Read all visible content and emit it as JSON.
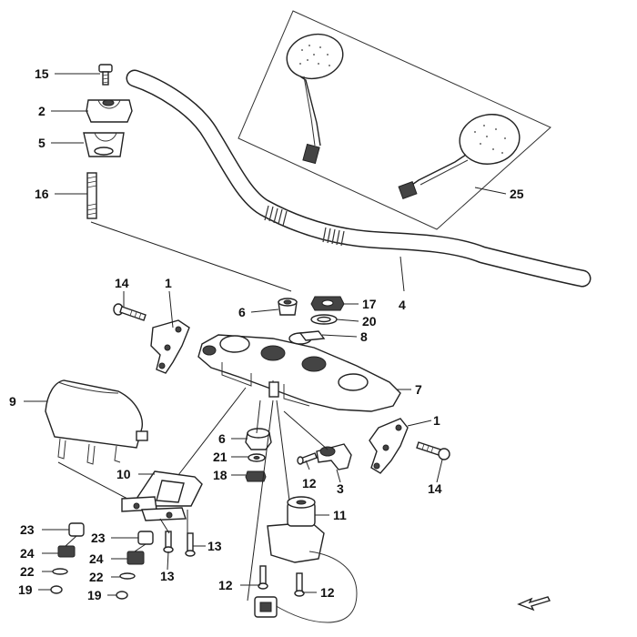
{
  "colors": {
    "line": "#222222",
    "background": "#ffffff"
  },
  "callouts": [
    {
      "key": "c15",
      "text": "15"
    },
    {
      "key": "c2",
      "text": "2"
    },
    {
      "key": "c5",
      "text": "5"
    },
    {
      "key": "c16",
      "text": "16"
    },
    {
      "key": "c25",
      "text": "25"
    },
    {
      "key": "c4",
      "text": "4"
    },
    {
      "key": "c14a",
      "text": "14"
    },
    {
      "key": "c1a",
      "text": "1"
    },
    {
      "key": "c6a",
      "text": "6"
    },
    {
      "key": "c17",
      "text": "17"
    },
    {
      "key": "c20",
      "text": "20"
    },
    {
      "key": "c8",
      "text": "8"
    },
    {
      "key": "c9",
      "text": "9"
    },
    {
      "key": "c7",
      "text": "7"
    },
    {
      "key": "c1b",
      "text": "1"
    },
    {
      "key": "c6b",
      "text": "6"
    },
    {
      "key": "c21",
      "text": "21"
    },
    {
      "key": "c18",
      "text": "18"
    },
    {
      "key": "c12a",
      "text": "12"
    },
    {
      "key": "c3",
      "text": "3"
    },
    {
      "key": "c14b",
      "text": "14"
    },
    {
      "key": "c10",
      "text": "10"
    },
    {
      "key": "c11",
      "text": "11"
    },
    {
      "key": "c23a",
      "text": "23"
    },
    {
      "key": "c23b",
      "text": "23"
    },
    {
      "key": "c13a",
      "text": "13"
    },
    {
      "key": "c13b",
      "text": "13"
    },
    {
      "key": "c24a",
      "text": "24"
    },
    {
      "key": "c24b",
      "text": "24"
    },
    {
      "key": "c22a",
      "text": "22"
    },
    {
      "key": "c22b",
      "text": "22"
    },
    {
      "key": "c19a",
      "text": "19"
    },
    {
      "key": "c19b",
      "text": "19"
    },
    {
      "key": "c12b",
      "text": "12"
    },
    {
      "key": "c12c",
      "text": "12"
    }
  ]
}
